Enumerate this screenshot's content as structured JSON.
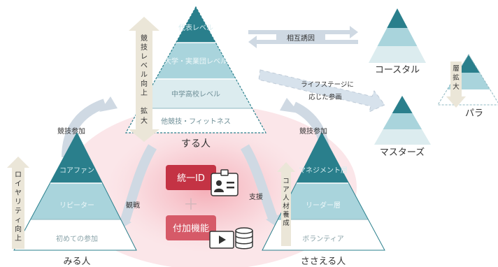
{
  "center_pyramid": {
    "levels": [
      "代表レベル",
      "大学・実業団レベル",
      "中学高校レベル",
      "他競技・フィットネス"
    ],
    "label": "する人"
  },
  "left_pyramid": {
    "levels": [
      "コアファン",
      "リピーター",
      "初めての参加"
    ],
    "label": "みる人"
  },
  "right_pyramid": {
    "levels": [
      "マネジメント層",
      "リーダー層",
      "ボランティア"
    ],
    "label": "ささえる人"
  },
  "small_pyramids": {
    "coastal": "コースタル",
    "para": "パラ",
    "masters": "マスターズ"
  },
  "arrows": {
    "mutual": "相互誘因",
    "life_stage": [
      "ライフステージに",
      "応じた参画"
    ],
    "level_up": "競技レベル向上",
    "expand": "拡大",
    "para_expand": "層拡大",
    "loyalty": "ロイヤリティ向上",
    "core_training": "コア人材養成",
    "compete_left": "競技参加",
    "compete_right": "競技参加",
    "watch": "観戦",
    "support": "支援"
  },
  "center": {
    "id_label": "統一ID",
    "plus": "＋",
    "features_label": "付加機能"
  },
  "colors": {
    "dark_teal": "#2a7f8c",
    "mid_teal": "#a9d4dc",
    "light_teal": "#dcecef",
    "red_box": "#c43344",
    "beige_arrow": "#ebe6d8",
    "gray_arrow": "#cfd9e3"
  }
}
